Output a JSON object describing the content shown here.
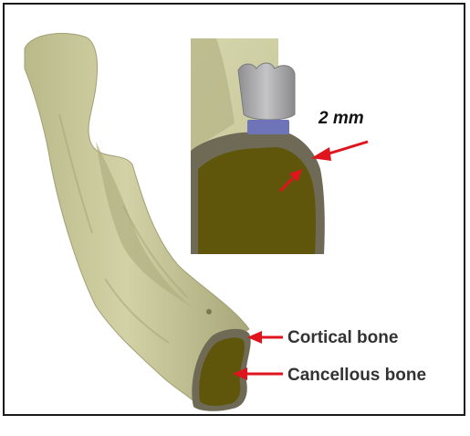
{
  "labels": {
    "thickness": "2 mm",
    "cortical": "Cortical bone",
    "cancellous": "Cancellous bone"
  },
  "colors": {
    "bone_surface": "#c9c99a",
    "bone_shadow": "#9e9d70",
    "cortical_gray": "#6e6a55",
    "cancellous_olive": "#5f560c",
    "crown_gray": "#a7a7a9",
    "abutment_blue": "#6f74b8",
    "arrow_red": "#e0141c"
  },
  "icons": [
    "mandible-model",
    "implant-section-inset",
    "red-arrow"
  ]
}
